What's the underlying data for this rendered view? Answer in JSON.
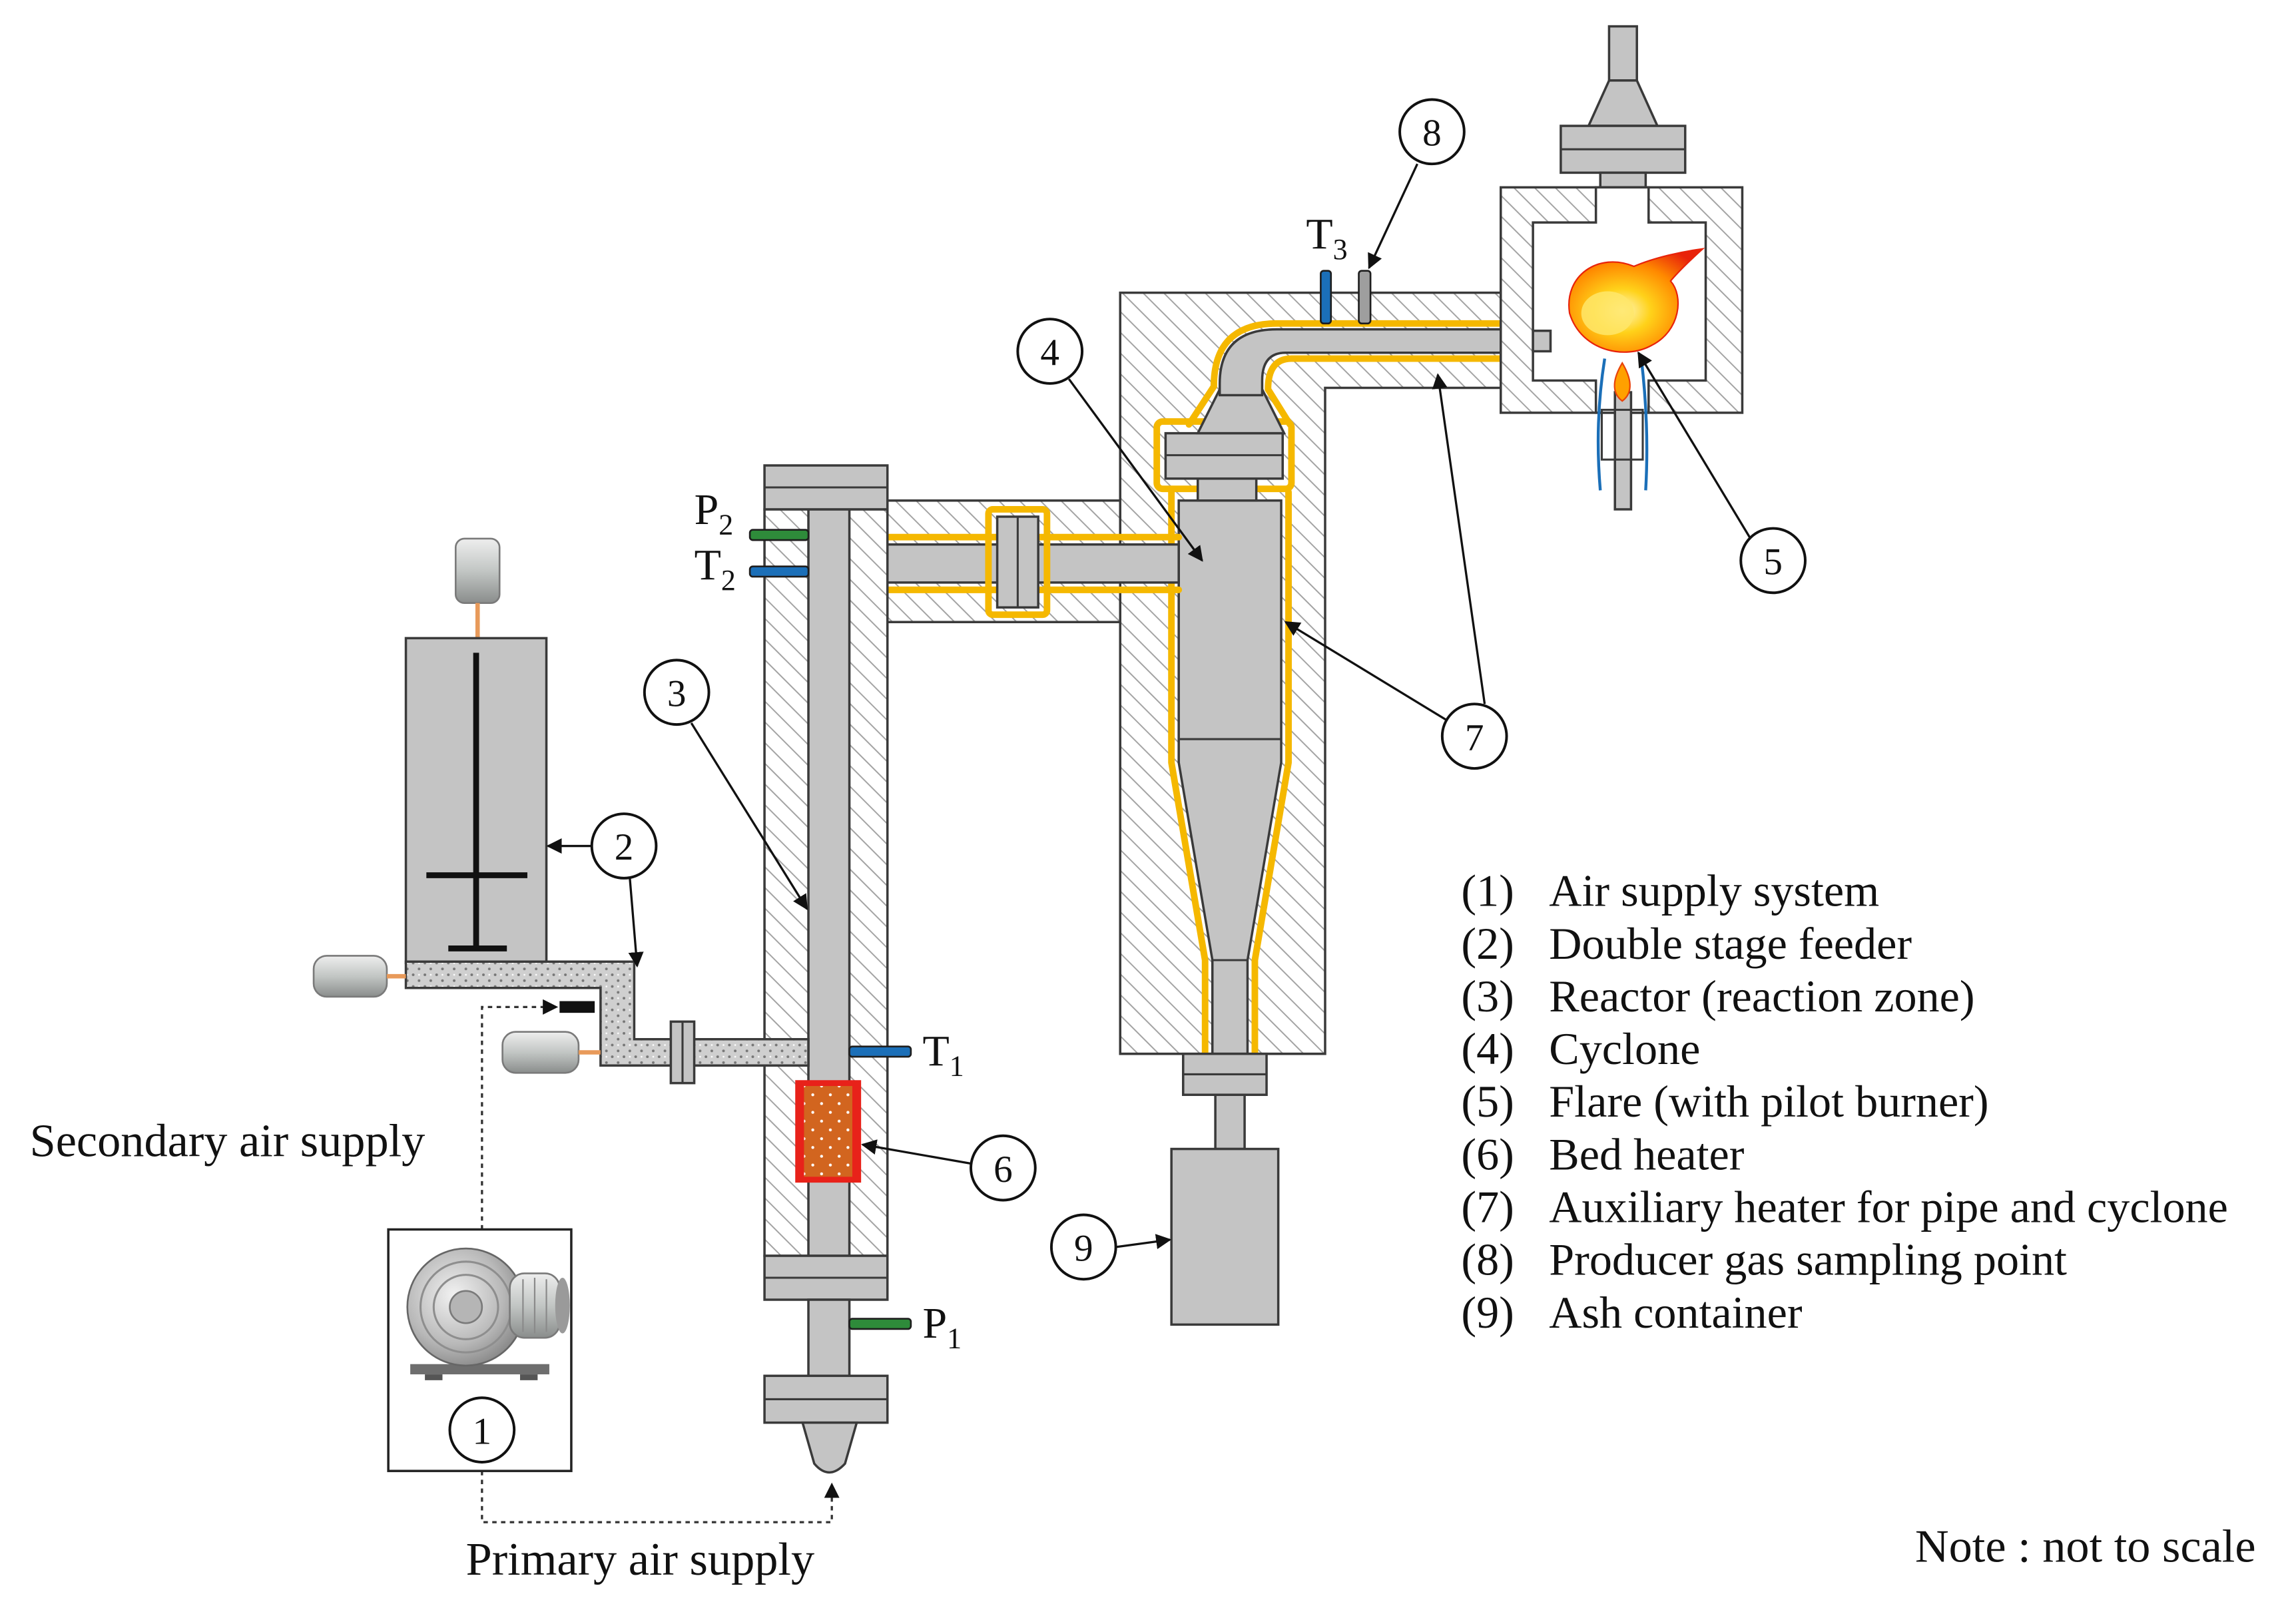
{
  "legend": [
    {
      "num": "(1)",
      "text": "Air supply system"
    },
    {
      "num": "(2)",
      "text": "Double stage feeder"
    },
    {
      "num": "(3)",
      "text": "Reactor (reaction zone)"
    },
    {
      "num": "(4)",
      "text": "Cyclone"
    },
    {
      "num": "(5)",
      "text": "Flare (with pilot burner)"
    },
    {
      "num": "(6)",
      "text": "Bed heater"
    },
    {
      "num": "(7)",
      "text": "Auxiliary heater for pipe and cyclone"
    },
    {
      "num": "(8)",
      "text": "Producer gas sampling point"
    },
    {
      "num": "(9)",
      "text": "Ash container"
    }
  ],
  "callouts": {
    "air_supply": "1",
    "feeder": "2",
    "reactor": "3",
    "cyclone": "4",
    "flare": "5",
    "bed_heater": "6",
    "aux_heater": "7",
    "sampling_point": "8",
    "ash_container": "9"
  },
  "sensors": {
    "p1": {
      "symbol": "P",
      "index": "1"
    },
    "p2": {
      "symbol": "P",
      "index": "2"
    },
    "t1": {
      "symbol": "T",
      "index": "1"
    },
    "t2": {
      "symbol": "T",
      "index": "2"
    },
    "t3": {
      "symbol": "T",
      "index": "3"
    }
  },
  "labels": {
    "secondary_air": "Secondary air supply",
    "primary_air": "Primary air supply",
    "note": "Note : not to scale"
  },
  "colors": {
    "heater_outline": "#f5b800",
    "pressure_probe": "#2e8b3a",
    "temperature_probe": "#1b6fb8",
    "bed_heater": "#e8221a",
    "bed": "#d2651f"
  }
}
